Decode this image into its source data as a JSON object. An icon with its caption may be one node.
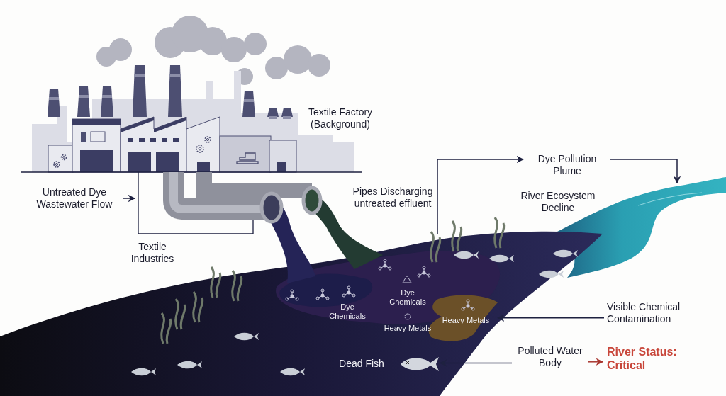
{
  "diagram": {
    "nodes": [
      {
        "text": [
          "Untreated Dye Wastewater Flow"
        ]
      },
      {
        "text": [],
        "shape": "picture",
        "beside": [
          "Textile Industries"
        ]
      },
      {
        "text": [
          "Dye Pollution Plume"
        ]
      },
      {
        "text": [],
        "shape": "picture"
      },
      {
        "text": [],
        "shape": "picture"
      },
      {
        "text": [
          "Visible Chemical Contamination"
        ]
      },
      {
        "text": [],
        "shape": "picture",
        "in": 3
      },
      {
        "text": [
          "Polluted Water Body"
        ]
      },
      {
        "text": [],
        "shape": "picture",
        "in": 3,
        "beside": [
          "Dead Fish"
        ]
      },
      {
        "text": [
          "River Status: Critical"
        ]
      }
    ],
    "edges": [
      {
        "from": 0,
        "to": 1,
        "arrow": "to"
      },
      {
        "from": 3,
        "to": 2,
        "arrow": "to"
      },
      {
        "from": 2,
        "to": 4,
        "arrow": "to"
      },
      {
        "from": 5,
        "to": 6,
        "arrow": "to"
      },
      {
        "from": 7,
        "to": 8,
        "arrow": "to"
      },
      {
        "from": 7,
        "to": 9,
        "arrow": "to",
        "color": "#a8362f"
      }
    ],
    "labels": [
      "Textile Factory (Background)",
      "Pipes Discharging untreated effluent",
      "River Ecosystem Decline",
      "Dye Chemicals",
      "Dye Chemicals",
      "Heavy Metals",
      "Heavy Metals"
    ]
  }
}
